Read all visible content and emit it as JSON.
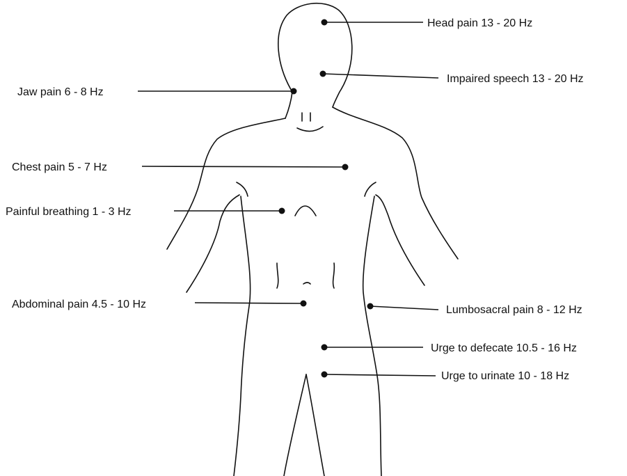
{
  "labels": {
    "head": "Head pain  13 - 20 Hz",
    "speech": "Impaired speech  13 - 20 Hz",
    "jaw": "Jaw pain  6 - 8 Hz",
    "chest": "Chest pain  5 - 7 Hz",
    "breathing": "Painful breathing  1 - 3 Hz",
    "abdominal": "Abdominal pain  4.5 - 10 Hz",
    "lumbosacral": "Lumbosacral pain  8 - 12 Hz",
    "defecate": "Urge to defecate  10.5 - 16 Hz",
    "urinate": "Urge to urinate 10 - 18 Hz"
  }
}
